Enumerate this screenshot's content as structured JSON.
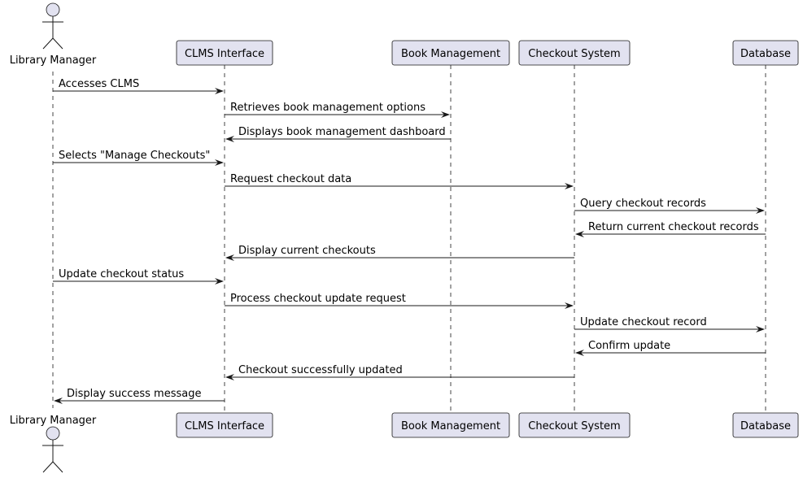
{
  "participants": [
    {
      "id": "manager",
      "label": "Library Manager",
      "kind": "actor"
    },
    {
      "id": "clms",
      "label": "CLMS Interface",
      "kind": "participant"
    },
    {
      "id": "books",
      "label": "Book Management",
      "kind": "participant"
    },
    {
      "id": "checkout",
      "label": "Checkout System",
      "kind": "participant"
    },
    {
      "id": "db",
      "label": "Database",
      "kind": "participant"
    }
  ],
  "messages": [
    {
      "from": "manager",
      "to": "clms",
      "label": "Accesses CLMS"
    },
    {
      "from": "clms",
      "to": "books",
      "label": "Retrieves book management options"
    },
    {
      "from": "books",
      "to": "clms",
      "label": "Displays book management dashboard"
    },
    {
      "from": "manager",
      "to": "clms",
      "label": "Selects \"Manage Checkouts\""
    },
    {
      "from": "clms",
      "to": "checkout",
      "label": "Request checkout data"
    },
    {
      "from": "checkout",
      "to": "db",
      "label": "Query checkout records"
    },
    {
      "from": "db",
      "to": "checkout",
      "label": "Return current checkout records"
    },
    {
      "from": "checkout",
      "to": "clms",
      "label": "Display current checkouts"
    },
    {
      "from": "manager",
      "to": "clms",
      "label": "Update checkout status"
    },
    {
      "from": "clms",
      "to": "checkout",
      "label": "Process checkout update request"
    },
    {
      "from": "checkout",
      "to": "db",
      "label": "Update checkout record"
    },
    {
      "from": "db",
      "to": "checkout",
      "label": "Confirm update"
    },
    {
      "from": "checkout",
      "to": "clms",
      "label": "Checkout successfully updated"
    },
    {
      "from": "clms",
      "to": "manager",
      "label": "Display success message"
    }
  ],
  "colors": {
    "participant_fill": "#E2E2F0",
    "line": "#181818",
    "text": "#000000"
  }
}
